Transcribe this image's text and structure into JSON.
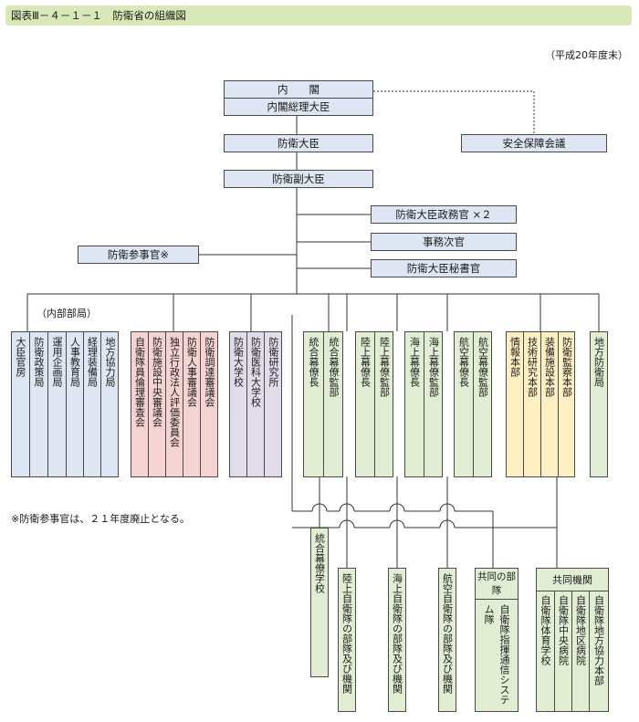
{
  "figure_title": "図表Ⅲ－４－１－１　防衛省の組織図",
  "as_of": "（平成20年度末）",
  "top": {
    "cabinet": "内　　閣",
    "pm": "内閣総理大臣",
    "security_council": "安全保障会議",
    "minister": "防衛大臣",
    "senior_vice": "防衛副大臣",
    "parl_vice": "防衛大臣政務官 ×２",
    "vice_minister": "事務次官",
    "secretary": "防衛大臣秘書官",
    "councilor": "防衛参事官※"
  },
  "internal_label": "（内部部局）",
  "internal": [
    "大臣官房",
    "防衛政策局",
    "運用企画局",
    "人事教育局",
    "経理装備局",
    "地方協力局"
  ],
  "councils": [
    "自衛隊員倫理審査会",
    "防衛施設中央審議会",
    "独立行政法人評価委員会",
    "防衛人事審議会",
    "防衛調達審議会"
  ],
  "schools": [
    "防衛大学校",
    "防衛医科大学校",
    "防衛研究所"
  ],
  "staff": [
    [
      "統合幕僚長",
      "統合幕僚監部"
    ],
    [
      "陸上幕僚長",
      "陸上幕僚監部"
    ],
    [
      "海上幕僚長",
      "海上幕僚監部"
    ],
    [
      "航空幕僚長",
      "航空幕僚監部"
    ]
  ],
  "agencies": [
    "情報本部",
    "技術研究本部",
    "装備施設本部",
    "防衛監察本部"
  ],
  "regional": "地方防衛局",
  "note": "※防衛参事官は、２１年度廃止となる。",
  "units": {
    "joint_school": "統合幕僚学校",
    "gsdf": "陸上自衛隊の部隊及び機関",
    "msdf": "海上自衛隊の部隊及び機関",
    "asdf": "航空自衛隊の部隊及び機関",
    "joint_units_title": "共同の部　隊",
    "joint_units_item": "自衛隊指揮通信システム隊",
    "joint_org_title": "共同機関",
    "joint_org_items": [
      "自衛隊体育学校",
      "自衛隊中央病院",
      "自衛隊地区病院",
      "自衛隊地方協力本部"
    ]
  },
  "colors": {
    "title_bg": "#d9e8b8",
    "blue": "#dde6f2",
    "pink": "#f6d3d3",
    "violet": "#e2dcea",
    "green": "#e2eed4",
    "yellow": "#fff0c4"
  }
}
